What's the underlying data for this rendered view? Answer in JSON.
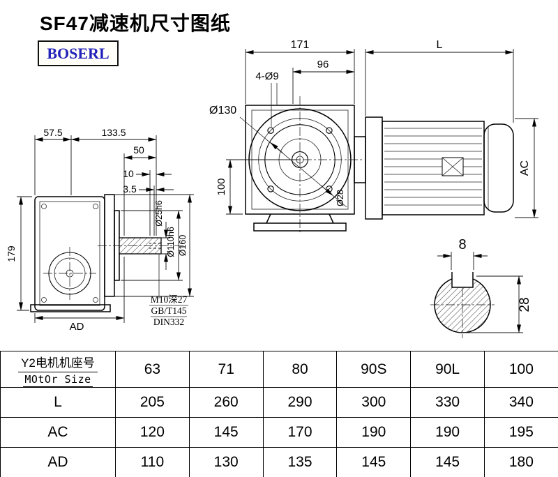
{
  "page": {
    "title": "SF47减速机尺寸图纸",
    "brand": "BOSERL"
  },
  "left_view": {
    "dim_57_5": "57.5",
    "dim_133_5": "133.5",
    "dim_50": "50",
    "dim_10": "10",
    "dim_3_5": "3.5",
    "dim_179": "179",
    "dim_ad": "AD",
    "dia_shaft": "Ø25h6",
    "dia_spigot": "Ø110h6",
    "dia_flange": "Ø160",
    "note_tap": "M10深27",
    "note_gb": "GB/T145",
    "note_din": "DIN332"
  },
  "front_view": {
    "dim_171": "171",
    "dim_96": "96",
    "holes": "4-Ø9",
    "dia_130": "Ø130",
    "dim_100": "100",
    "dia_28": "Ø28"
  },
  "motor_view": {
    "dim_l": "L",
    "dim_ac": "AC"
  },
  "section_view": {
    "key_width": "8",
    "height": "28"
  },
  "table": {
    "header_cn": "Y2电机机座号",
    "header_en": "MOtOr Size",
    "sizes": [
      "63",
      "71",
      "80",
      "90S",
      "90L",
      "100"
    ],
    "rows": [
      {
        "label": "L",
        "values": [
          "205",
          "260",
          "290",
          "300",
          "330",
          "340"
        ]
      },
      {
        "label": "AC",
        "values": [
          "120",
          "145",
          "170",
          "190",
          "190",
          "195"
        ]
      },
      {
        "label": "AD",
        "values": [
          "110",
          "130",
          "135",
          "145",
          "145",
          "180"
        ]
      }
    ]
  }
}
